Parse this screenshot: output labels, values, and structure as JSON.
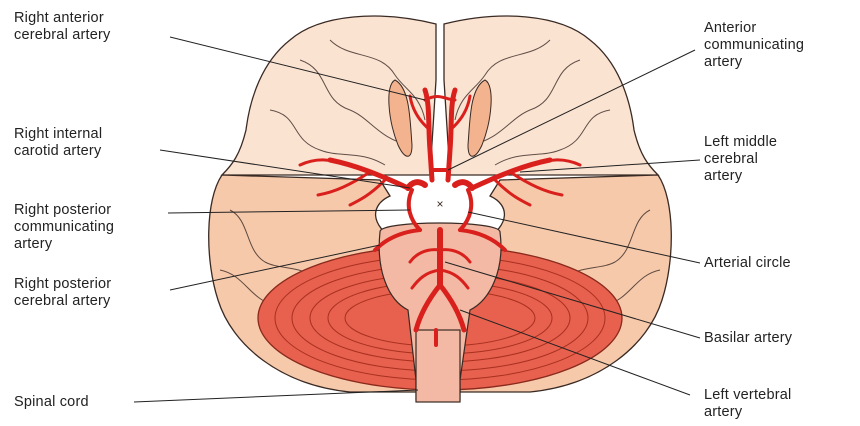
{
  "labels": {
    "right_anterior_cerebral": "Right anterior\ncerebral artery",
    "right_internal_carotid": "Right internal\ncarotid artery",
    "right_posterior_communicating": "Right posterior\ncommunicating\nartery",
    "right_posterior_cerebral": "Right posterior\ncerebral artery",
    "spinal_cord": "Spinal cord",
    "anterior_communicating": "Anterior\ncommunicating\nartery",
    "left_middle_cerebral": "Left middle\ncerebral\nartery",
    "arterial_circle": "Arterial circle",
    "basilar": "Basilar artery",
    "left_vertebral": "Left vertebral\nartery"
  },
  "colors": {
    "artery": "#d9201c",
    "cerebrum": "#fbe3d2",
    "cerebrum_shade": "#f4c4a4",
    "cerebellum": "#e8604e",
    "brainstem": "#f3b9a4",
    "outline": "#3a2a24"
  }
}
